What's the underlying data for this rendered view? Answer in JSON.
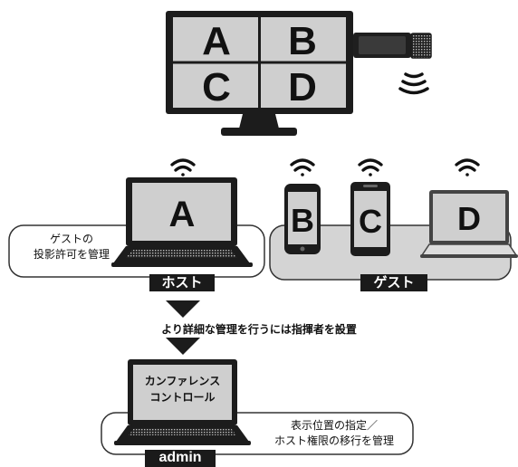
{
  "monitor": {
    "tiles": [
      "A",
      "B",
      "C",
      "D"
    ]
  },
  "host": {
    "device_letter": "A",
    "note_line1": "ゲストの",
    "note_line2": "投影許可を管理",
    "label": "ホスト"
  },
  "guests": {
    "devices": [
      "B",
      "C",
      "D"
    ],
    "label": "ゲスト"
  },
  "middle_text": "より詳細な管理を行うには指揮者を設置",
  "admin": {
    "screen_line1": "カンファレンス",
    "screen_line2": "コントロール",
    "note_line1": "表示位置の指定／",
    "note_line2": "ホスト権限の移行を管理",
    "label": "admin"
  }
}
